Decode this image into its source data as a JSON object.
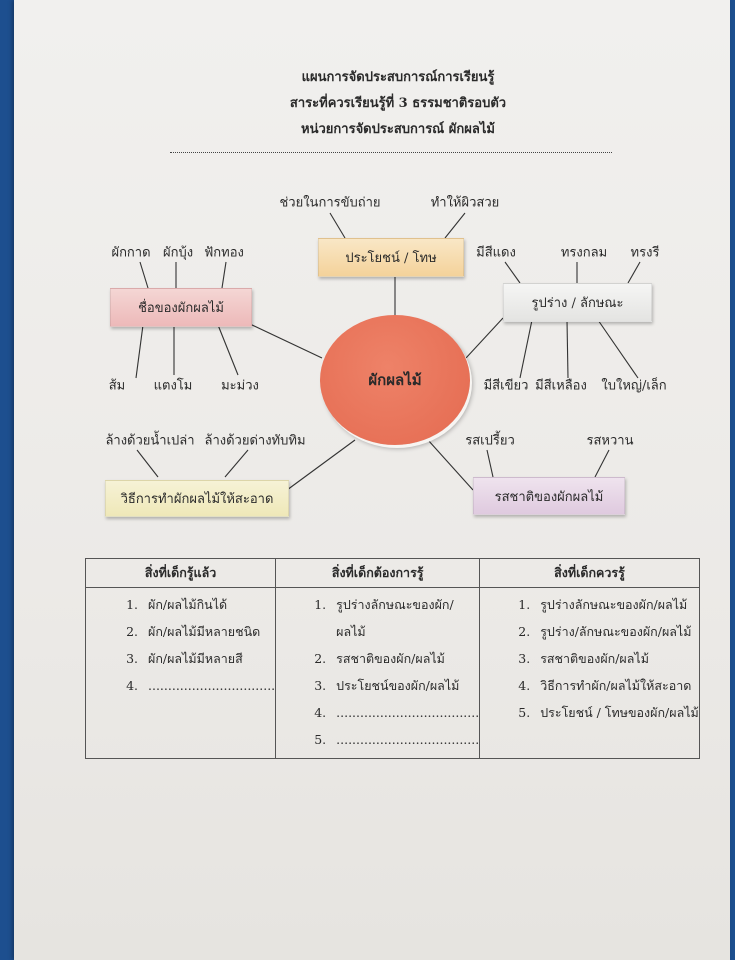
{
  "header": {
    "line1": "แผนการจัดประสบการณ์การเรียนรู้",
    "line2": "สาระที่ควรเรียนรู้ที่ 3  ธรรมชาติรอบตัว",
    "line3": "หน่วยการจัดประสบการณ์ ผักผลไม้"
  },
  "mindmap": {
    "center": "ผักผลไม้",
    "benefit": {
      "title": "ประโยชน์ / โทษ",
      "items": [
        "ช่วยในการขับถ่าย",
        "ทำให้ผิวสวย"
      ]
    },
    "names": {
      "title": "ชื่อของผักผลไม้",
      "items": [
        "ผักกาด",
        "ผักบุ้ง",
        "ฟักทอง",
        "ส้ม",
        "แตงโม",
        "มะม่วง"
      ]
    },
    "shape": {
      "title": "รูปร่าง / ลักษณะ",
      "items": [
        "มีสีแดง",
        "ทรงกลม",
        "ทรงรี",
        "มีสีเขียว",
        "มีสีเหลือง",
        "ใบใหญ่/เล็ก"
      ]
    },
    "cleaning": {
      "title": "วิธีการทำผักผลไม้ให้สะอาด",
      "items": [
        "ล้างด้วยน้ำเปล่า",
        "ล้างด้วยด่างทับทิม"
      ]
    },
    "taste": {
      "title": "รสชาติของผักผลไม้",
      "items": [
        "รสเปรี้ยว",
        "รสหวาน"
      ]
    }
  },
  "table": {
    "headers": [
      "สิ่งที่เด็กรู้แล้ว",
      "สิ่งที่เด็กต้องการรู้",
      "สิ่งที่เด็กควรรู้"
    ],
    "col1": [
      [
        "1.",
        "ผัก/ผลไม้กินได้"
      ],
      [
        "2.",
        "ผัก/ผลไม้มีหลายชนิด"
      ],
      [
        "3.",
        "ผัก/ผลไม้มีหลายสี"
      ],
      [
        "4.",
        "................................"
      ]
    ],
    "col2": [
      [
        "1.",
        "รูปร่างลักษณะของผัก/"
      ],
      [
        "",
        "ผลไม้"
      ],
      [
        "2.",
        "รสชาติของผัก/ผลไม้"
      ],
      [
        "3.",
        "ประโยชน์ของผัก/ผลไม้"
      ],
      [
        "4.",
        "...................................."
      ],
      [
        "5.",
        "...................................."
      ]
    ],
    "col3": [
      [
        "1.",
        "รูปร่างลักษณะของผัก/ผลไม้"
      ],
      [
        "2.",
        "รูปร่าง/ลักษณะของผัก/ผลไม้"
      ],
      [
        "3.",
        "รสชาติของผัก/ผลไม้"
      ],
      [
        "4.",
        "วิธีการทำผัก/ผลไม้ให้สะอาด"
      ],
      [
        "5.",
        "ประโยชน์ / โทษของผัก/ผลไม้"
      ]
    ]
  },
  "colors": {
    "center": "#e46a50",
    "benefit": "#f6d8a6",
    "names": "#f0c2c2",
    "shape": "#ebebea",
    "cleaning": "#f2edc6",
    "taste": "#e7d6e6",
    "background": "#1d4f8f"
  }
}
